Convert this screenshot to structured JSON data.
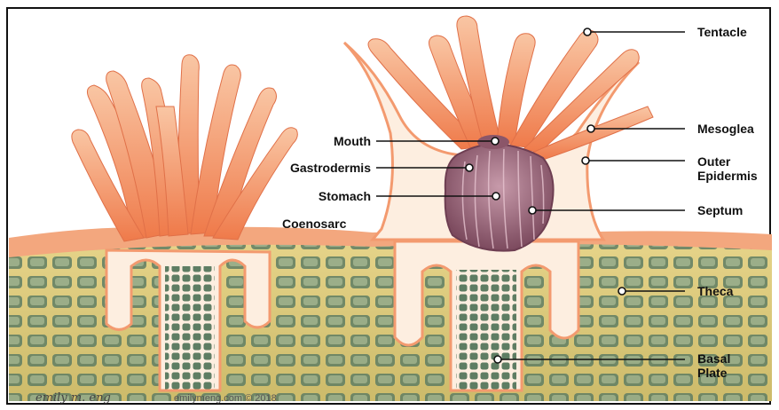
{
  "diagram": {
    "labels_right": {
      "tentacle": "Tentacle",
      "mesoglea": "Mesoglea",
      "outer_epidermis": "Outer\nEpidermis",
      "septum": "Septum",
      "theca": "Theca",
      "basal_plate": "Basal\nPlate"
    },
    "labels_left": {
      "mouth": "Mouth",
      "gastrodermis": "Gastrodermis",
      "stomach": "Stomach",
      "coenosarc": "Coenosarc"
    },
    "signature": "emily m. eng",
    "credit": "emilymeng.com © 2018",
    "colors": {
      "tissue": "#f08a5a",
      "tissue_light": "#f7b28a",
      "mesoglea": "#fdeee0",
      "stomach": "#9a6a7e",
      "skeleton": "#d9c777",
      "skeleton_cell": "#5e7d63"
    }
  }
}
